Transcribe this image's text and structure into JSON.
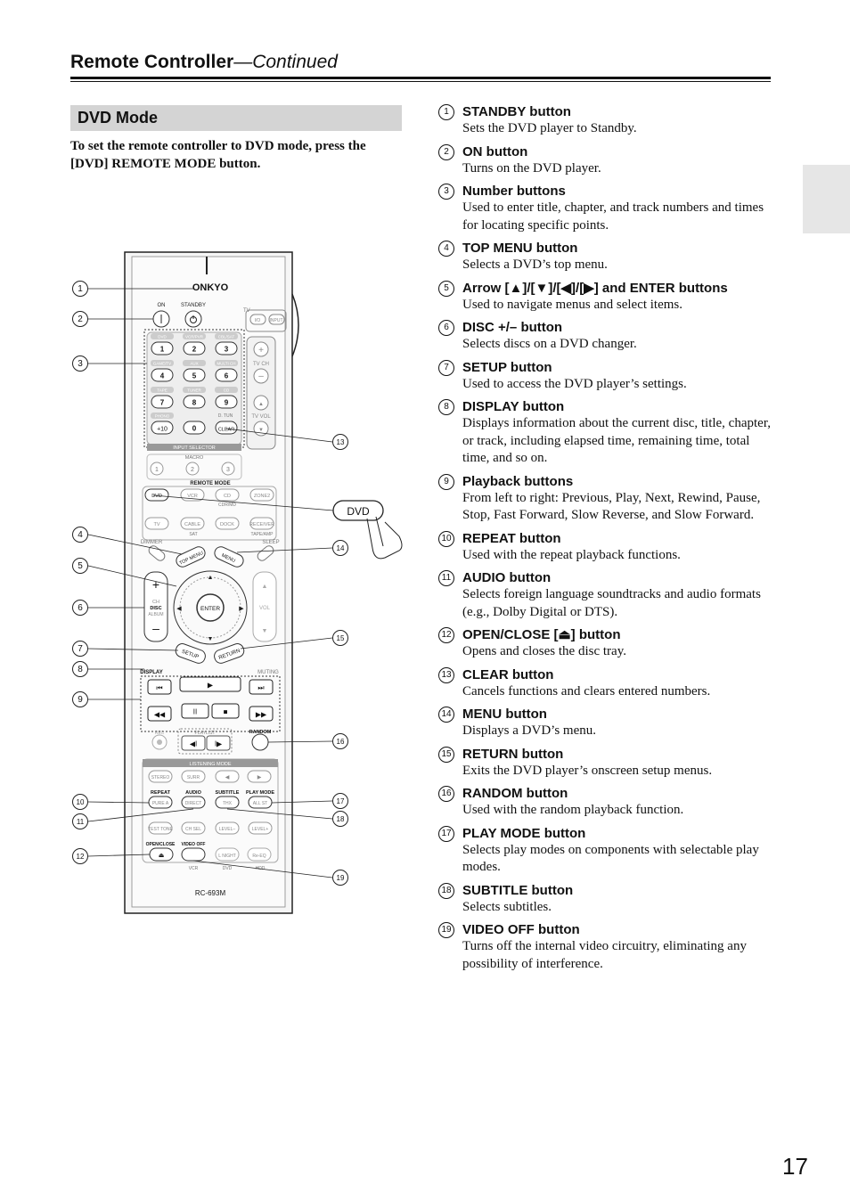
{
  "header": {
    "title": "Remote Controller",
    "continued": "—Continued"
  },
  "section": {
    "title": "DVD Mode",
    "intro": "To set the remote controller to DVD mode, press the [DVD] REMOTE MODE button."
  },
  "items": [
    {
      "num": "1",
      "title": "STANDBY button",
      "desc": "Sets the DVD player to Standby."
    },
    {
      "num": "2",
      "title": "ON button",
      "desc": "Turns on the DVD player."
    },
    {
      "num": "3",
      "title": "Number buttons",
      "desc": "Used to enter title, chapter, and track numbers and times for locating specific points."
    },
    {
      "num": "4",
      "title": "TOP MENU button",
      "desc": "Selects a DVD’s top menu."
    },
    {
      "num": "5",
      "title": "Arrow [▲]/[▼]/[◀]/[▶] and ENTER buttons",
      "desc": "Used to navigate menus and select items."
    },
    {
      "num": "6",
      "title": "DISC +/– button",
      "desc": "Selects discs on a DVD changer."
    },
    {
      "num": "7",
      "title": "SETUP button",
      "desc": "Used to access the DVD player’s settings."
    },
    {
      "num": "8",
      "title": "DISPLAY button",
      "desc": "Displays information about the current disc, title, chapter, or track, including elapsed time, remaining time, total time, and so on."
    },
    {
      "num": "9",
      "title": "Playback buttons",
      "desc": "From left to right: Previous, Play, Next, Rewind, Pause, Stop, Fast Forward, Slow Reverse, and Slow Forward."
    },
    {
      "num": "10",
      "title": "REPEAT button",
      "desc": "Used with the repeat playback functions."
    },
    {
      "num": "11",
      "title": "AUDIO button",
      "desc": "Selects foreign language soundtracks and audio formats (e.g., Dolby Digital or DTS)."
    },
    {
      "num": "12",
      "title": "OPEN/CLOSE [⏏] button",
      "desc": "Opens and closes the disc tray."
    },
    {
      "num": "13",
      "title": "CLEAR button",
      "desc": "Cancels functions and clears entered numbers."
    },
    {
      "num": "14",
      "title": "MENU button",
      "desc": "Displays a DVD’s menu."
    },
    {
      "num": "15",
      "title": "RETURN button",
      "desc": "Exits the DVD player’s onscreen setup menus."
    },
    {
      "num": "16",
      "title": "RANDOM button",
      "desc": "Used with the random playback function."
    },
    {
      "num": "17",
      "title": "PLAY MODE button",
      "desc": "Selects play modes on components with selectable play modes."
    },
    {
      "num": "18",
      "title": "SUBTITLE button",
      "desc": "Selects subtitles."
    },
    {
      "num": "19",
      "title": "VIDEO OFF button",
      "desc": "Turns off the internal video circuitry, eliminating any possibility of interference."
    }
  ],
  "remote": {
    "brand": "ONKYO",
    "model": "RC-693M",
    "callout_button": "DVD",
    "labels": {
      "on": "ON",
      "standby": "STANDBY",
      "tv": "TV",
      "io": "I/O",
      "input": "INPUT",
      "input_selector": "INPUT SELECTOR",
      "macro": "MACRO",
      "remote_mode": "REMOTE MODE",
      "dvd": "DVD",
      "vcr": "VCR",
      "cd": "CD",
      "zone2": "ZONE2",
      "cdr_md": "CDR/MD",
      "tv_btn": "TV",
      "cable": "CABLE",
      "dock": "DOCK",
      "receiver": "RECEIVER",
      "sat": "SAT",
      "tape_amp": "TAPE/AMP",
      "dimmer": "DIMMER",
      "sleep": "SLEEP",
      "top_menu": "TOP MENU",
      "menu": "MENU",
      "enter": "ENTER",
      "ch": "CH",
      "disc": "DISC",
      "album": "ALBUM",
      "vol": "VOL",
      "setup": "SETUP",
      "return": "RETURN",
      "display": "DISPLAY",
      "muting": "MUTING",
      "playlist": "PLAYLIST",
      "rec": "REC",
      "random": "RANDOM",
      "listening_mode": "LISTENING MODE",
      "stereo": "STEREO",
      "surr": "SURR",
      "repeat": "REPEAT",
      "audio": "AUDIO",
      "subtitle": "SUBTITLE",
      "play_mode": "PLAY MODE",
      "pure_a": "PURE A",
      "direct": "DIRECT",
      "thx": "THX",
      "all_st": "ALL ST",
      "test_tone": "TEST TONE",
      "ch_sel": "CH SEL",
      "level_minus": "LEVEL–",
      "level_plus": "LEVEL+",
      "open_close": "OPEN/CLOSE",
      "video_off": "VIDEO OFF",
      "l_night": "L NIGHT",
      "re_eq": "Re-EQ",
      "vcr_small": "VCR",
      "dvd_small": "DVD",
      "hdd": "HDD",
      "tv_ch": "TV CH",
      "tv_vol": "TV VOL",
      "d_tun": "D. TUN",
      "clear": "CLEAR",
      "plus10": "+10"
    },
    "digits": [
      "1",
      "2",
      "3",
      "4",
      "5",
      "6",
      "7",
      "8",
      "9",
      "0"
    ],
    "digit_tags": [
      "DVD",
      "VCR/PVR",
      "CBL/SAT",
      "GAME/TV",
      "AUX",
      "MULTI CH",
      "TAPE",
      "TUNER",
      "CD",
      "PHONO"
    ],
    "macro_digits": [
      "1",
      "2",
      "3"
    ]
  },
  "page_number": "17"
}
